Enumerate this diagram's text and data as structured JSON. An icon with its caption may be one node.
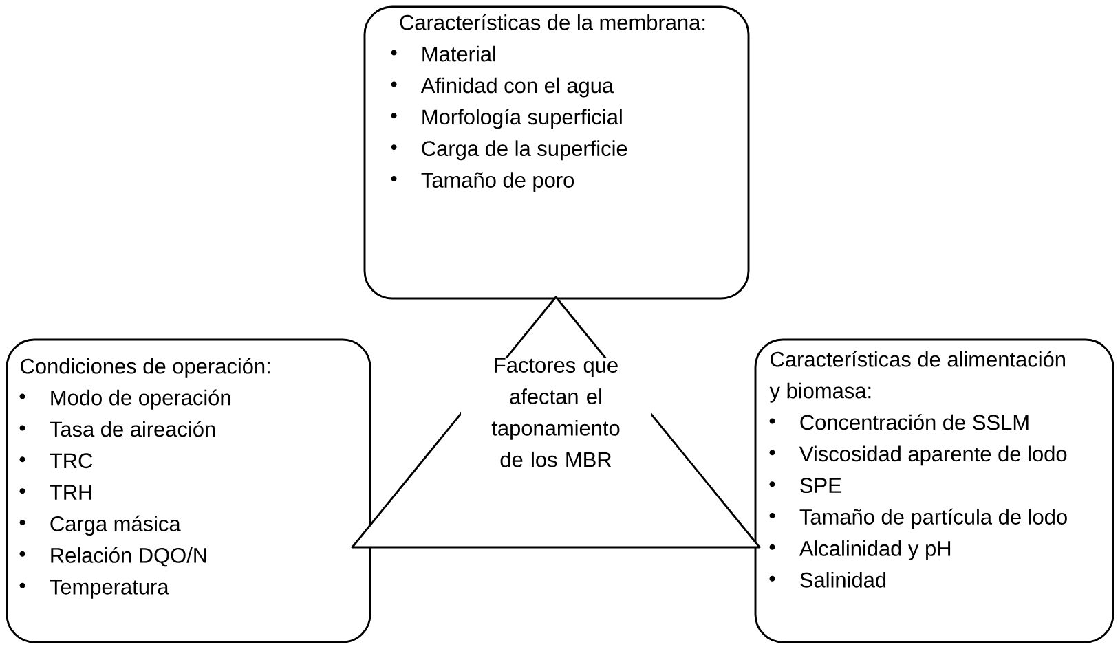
{
  "diagram": {
    "nodes": [
      {
        "text": [
          "Características de la membrana:",
          "Material",
          "Afinidad con el agua",
          "Morfología superficial",
          "Carga de la superficie",
          "Tamaño de poro"
        ]
      },
      {
        "text": [
          "Condiciones de operación:",
          "Modo de operación",
          "Tasa de aireación",
          "TRC",
          "TRH",
          "Carga másica",
          "Relación DQO/N",
          "Temperatura"
        ]
      },
      {
        "text": [
          "Factores que afectan el taponamiento de los MBR"
        ]
      },
      {
        "text": [
          "Características de alimentación y biomasa:",
          "Concentración de SSLM",
          "Viscosidad aparente de lodo",
          "SPE",
          "Tamaño de partícula de lodo",
          "Alcalinidad y pH",
          "Salinidad"
        ]
      }
    ]
  }
}
